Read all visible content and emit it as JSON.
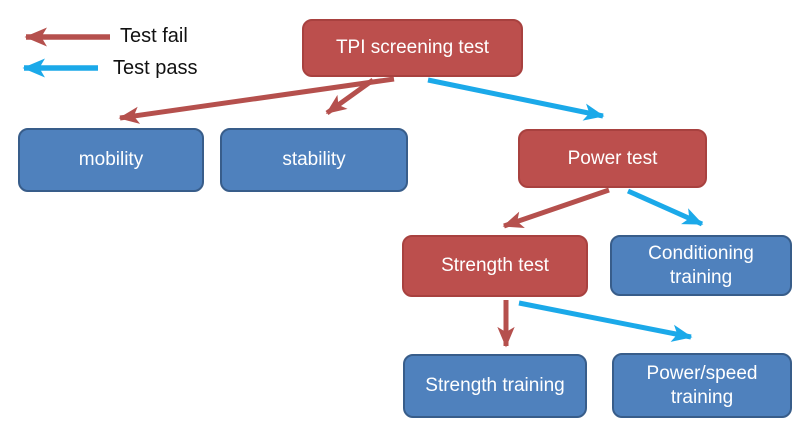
{
  "colors": {
    "fail": "#b5504d",
    "pass": "#1ba9e9",
    "node_fail_fill": "#bc4f4d",
    "node_fail_border": "#a8413f",
    "node_pass_fill": "#4f81bd",
    "node_pass_border": "#385d8a",
    "node_text": "#ffffff",
    "legend_text": "#111111"
  },
  "legend": {
    "items": [
      {
        "id": "fail",
        "label": "Test fail"
      },
      {
        "id": "pass",
        "label": "Test pass"
      }
    ]
  },
  "nodes": {
    "tpi": {
      "label": "TPI screening test",
      "result_color": "fail"
    },
    "mobility": {
      "label": "mobility",
      "result_color": "pass"
    },
    "stability": {
      "label": "stability",
      "result_color": "pass"
    },
    "power_test": {
      "label": "Power test",
      "result_color": "fail"
    },
    "strength_test": {
      "label": "Strength test",
      "result_color": "fail"
    },
    "conditioning_training": {
      "label": "Conditioning training",
      "result_color": "pass"
    },
    "strength_training": {
      "label": "Strength training",
      "result_color": "pass"
    },
    "power_speed_training": {
      "label": "Power/speed training",
      "result_color": "pass"
    }
  },
  "edges": [
    {
      "from": "tpi",
      "to": "mobility",
      "result": "fail"
    },
    {
      "from": "tpi",
      "to": "stability",
      "result": "fail"
    },
    {
      "from": "tpi",
      "to": "power_test",
      "result": "pass"
    },
    {
      "from": "power_test",
      "to": "strength_test",
      "result": "fail"
    },
    {
      "from": "power_test",
      "to": "conditioning_training",
      "result": "pass"
    },
    {
      "from": "strength_test",
      "to": "strength_training",
      "result": "fail"
    },
    {
      "from": "strength_test",
      "to": "power_speed_training",
      "result": "pass"
    }
  ]
}
